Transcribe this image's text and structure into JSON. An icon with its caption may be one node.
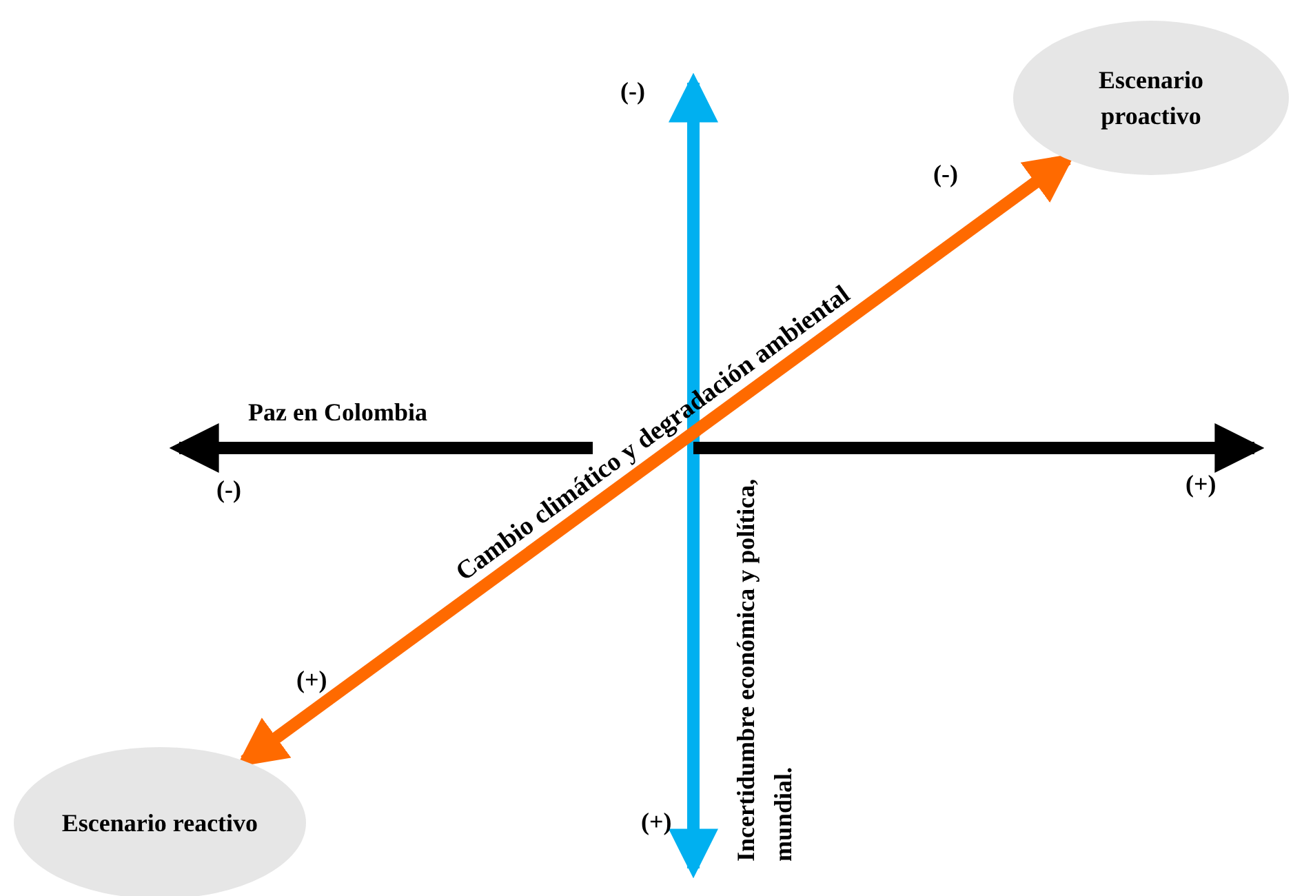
{
  "diagram": {
    "nodes": [
      {
        "text": [
          "Escenario proactivo"
        ]
      },
      {
        "text": [
          "Escenario reactivo"
        ]
      }
    ],
    "edges": [
      {
        "from": 1,
        "to": 0,
        "arrow": "both",
        "label": "Cambio climático y degradación ambiental"
      }
    ],
    "labels": [
      "(-)",
      "(-)",
      "Paz en Colombia",
      "(-)",
      "(+)",
      "Incertidumbre económica y política, mundial.",
      "(+)",
      "(+)"
    ]
  }
}
